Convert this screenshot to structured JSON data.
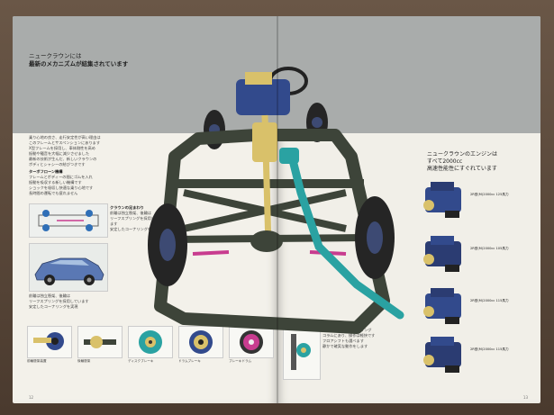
{
  "left_page": {
    "heading_line1": "ニュークラウンには",
    "heading_line2": "最新のメカニズムが結集されています",
    "intro_text_lines": [
      "乗り心地の良さ、走行安定性が高い理由は",
      "このフレームとサスペンションにあります",
      "X型フレームを採用し、車体剛性を高め",
      "振動や騒音を大幅に減少させました",
      "最新の技術が生んだ、新しいクラウンの",
      "ボディとシャシーの結びつきです"
    ],
    "sub_heading_1": "ターボフローン機構",
    "sub_text_1_lines": [
      "フレームとボディーの間にゴムを入れ",
      "振動を吸収する新しい機構です",
      "ショックを吸収し快適な乗り心地です",
      "長時間の運転でも疲れません"
    ],
    "sub_heading_2": "クラウンの足まわり",
    "sub_text_2_lines": [
      "前輪は独立懸架、後輪は",
      "リーフスプリングを採用しています",
      "安定したコーナリングを実現"
    ],
    "bottom_captions": [
      "前輪懸架装置",
      "後輪懸架",
      "ディスクブレーキ",
      "ドラムブレーキ",
      "ブレーキドラム"
    ],
    "page_number": "12"
  },
  "right_page": {
    "engine_heading_line1": "ニュークラウンのエンジンは",
    "engine_heading_line2": "すべて2000cc",
    "engine_heading_line3": "高速性能性にすぐれています",
    "engine_labels": [
      "2R型(M)2000cc 125馬力",
      "2R型(M)2000cc 105馬力",
      "2R型(M)2000cc 115馬力",
      "2R型(M)2000cc 115馬力"
    ],
    "bottom_text_lines": [
      "チェンジ機構はステアリング",
      "コラムにあり、操作は軽快です",
      "フロアシフトも選べます",
      "静かで確実な動作をします"
    ],
    "page_number": "13"
  },
  "colors": {
    "frame": "#3d4439",
    "tire": "#252525",
    "rim": "#3d4a73",
    "pink_parts": "#c83c8f",
    "yellow_parts": "#d9c16a",
    "teal_exhaust": "#2aa2a2",
    "engine_blue": "#324a8c",
    "car_blue": "#5a78b4"
  }
}
